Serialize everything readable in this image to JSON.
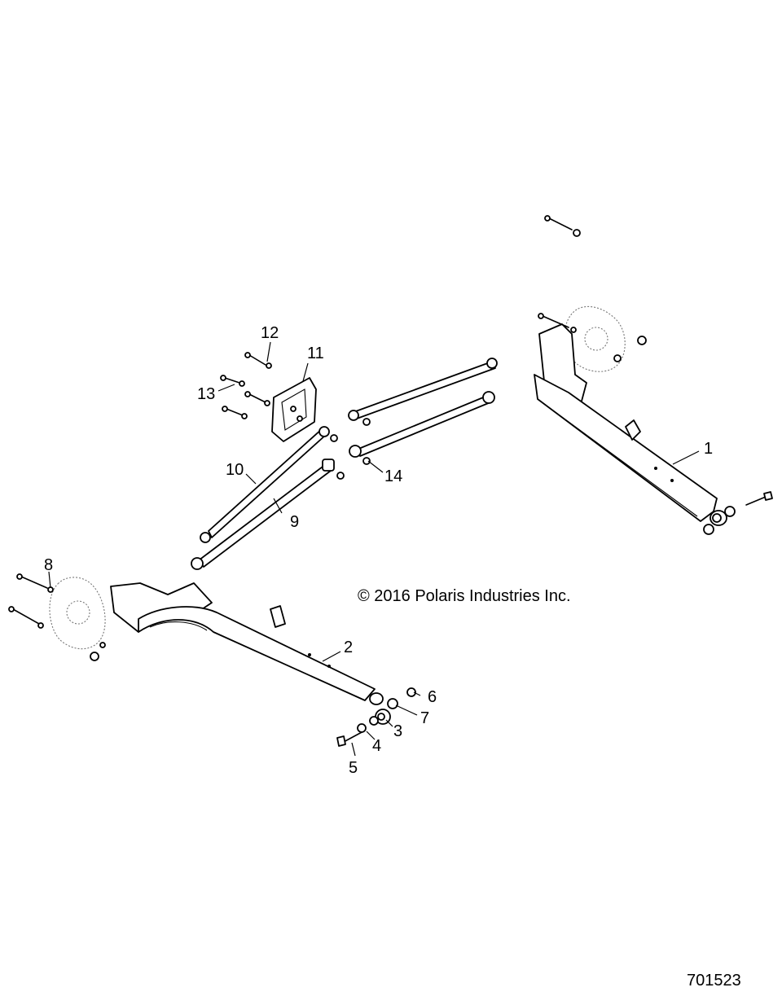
{
  "diagram": {
    "copyright": "© 2016 Polaris Industries Inc.",
    "figure_number": "701523",
    "callouts": [
      {
        "id": "1",
        "label": "1"
      },
      {
        "id": "2",
        "label": "2"
      },
      {
        "id": "3",
        "label": "3"
      },
      {
        "id": "4",
        "label": "4"
      },
      {
        "id": "5",
        "label": "5"
      },
      {
        "id": "6",
        "label": "6"
      },
      {
        "id": "7",
        "label": "7"
      },
      {
        "id": "8",
        "label": "8"
      },
      {
        "id": "9",
        "label": "9"
      },
      {
        "id": "10",
        "label": "10"
      },
      {
        "id": "11",
        "label": "11"
      },
      {
        "id": "12",
        "label": "12"
      },
      {
        "id": "13",
        "label": "13"
      },
      {
        "id": "14",
        "label": "14"
      }
    ]
  }
}
